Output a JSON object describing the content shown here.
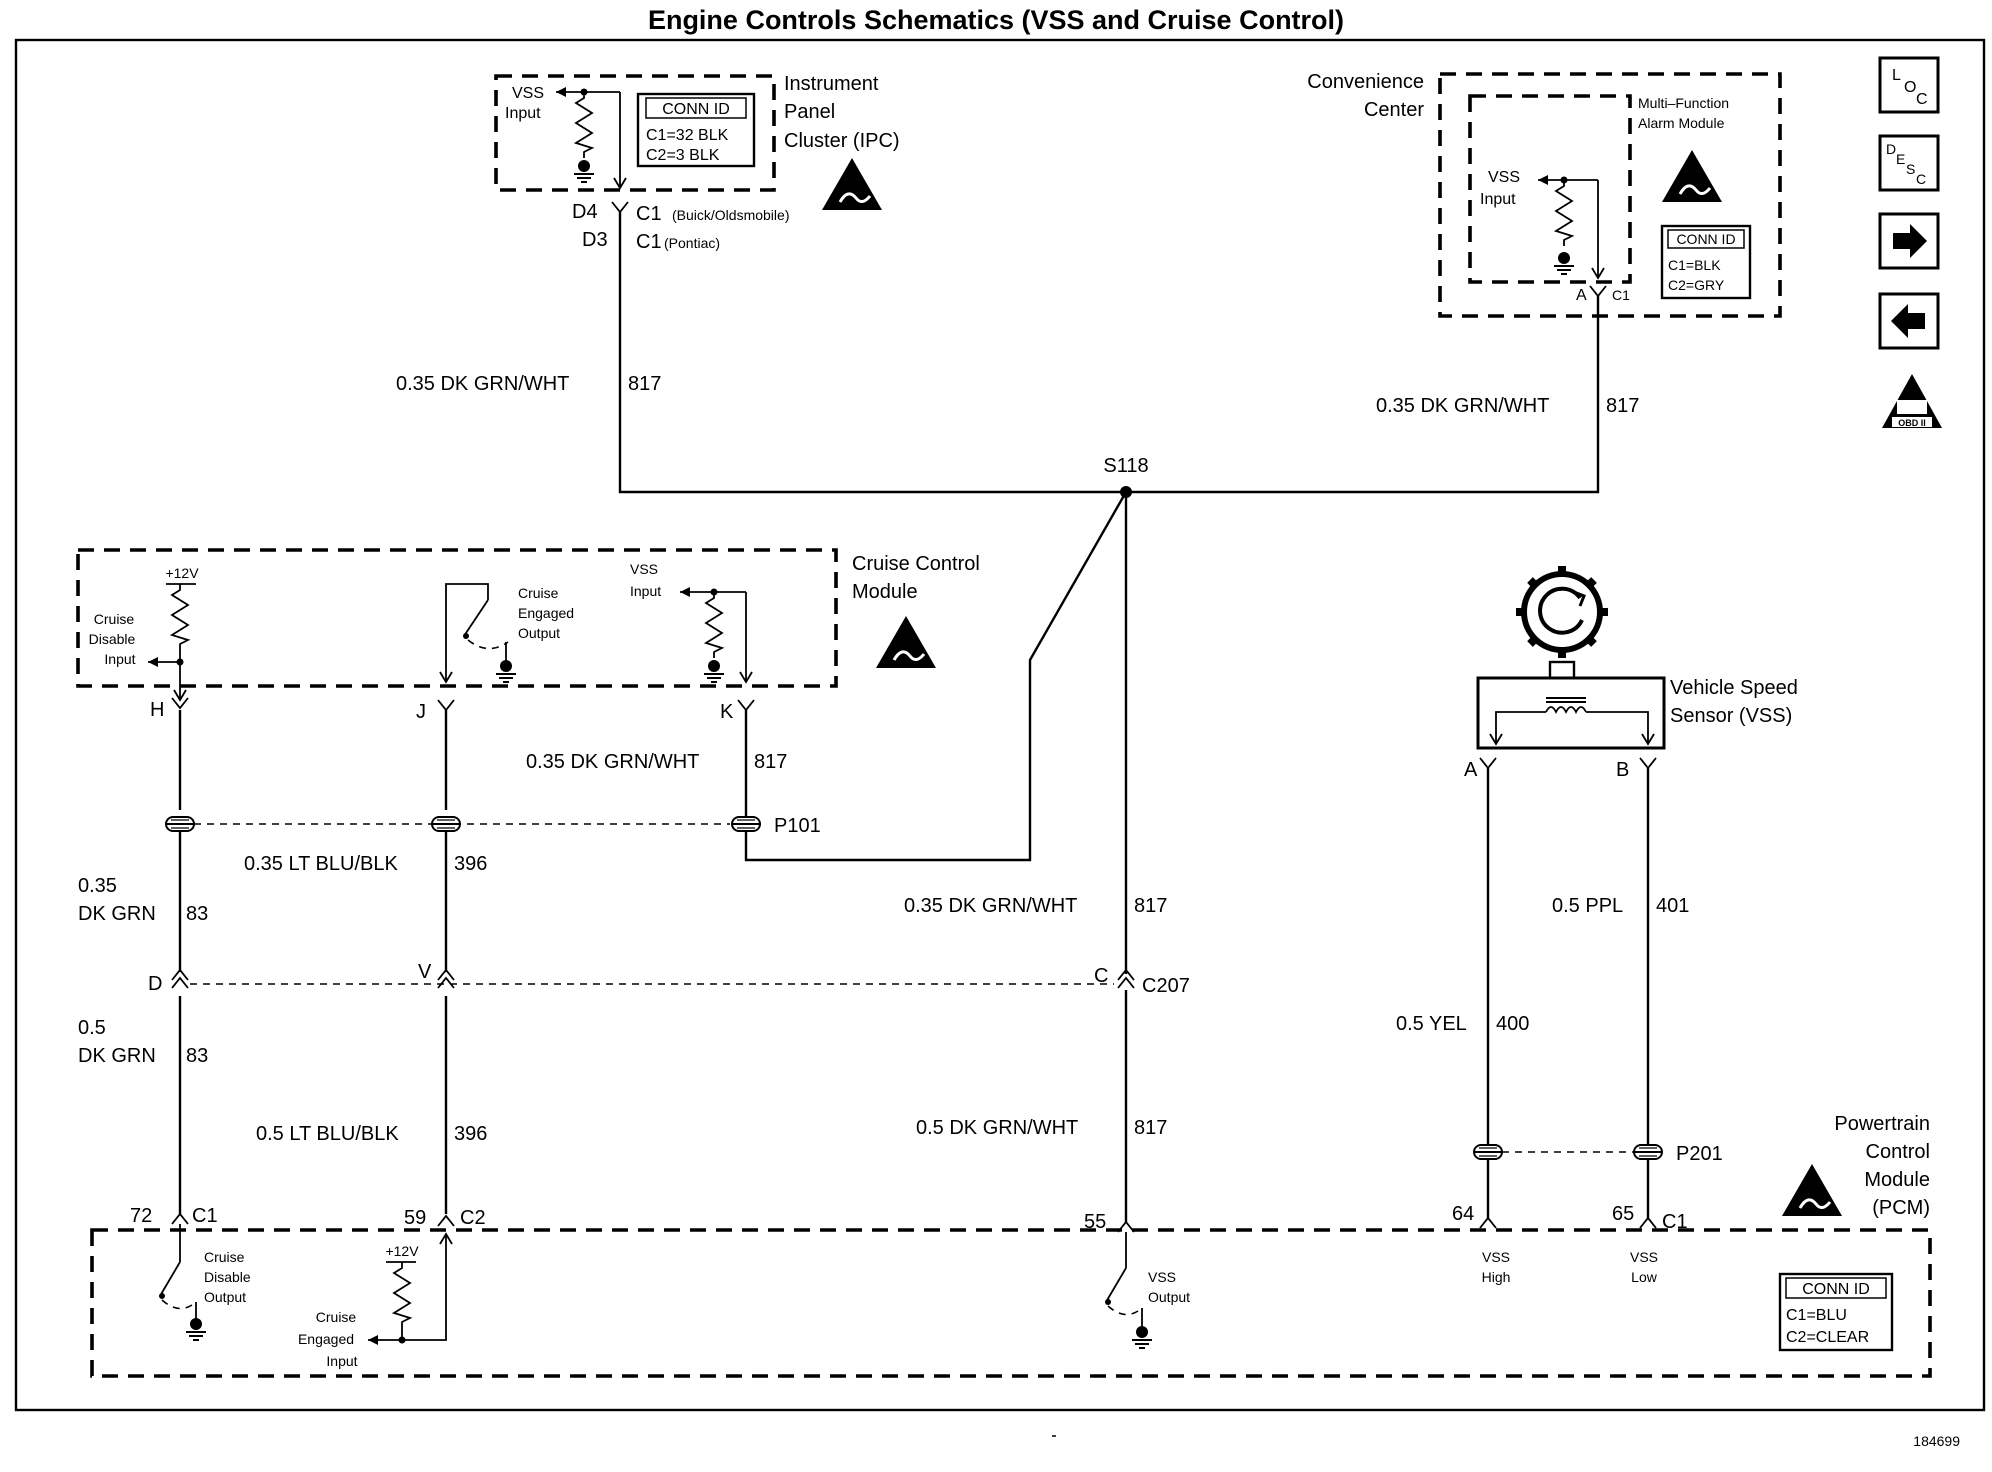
{
  "title": "Engine Controls Schematics (VSS and Cruise Control)",
  "figure_id": "184699",
  "nav": {
    "loc": "LOC",
    "desc": "DESC",
    "obd": "OBD II"
  },
  "ipc": {
    "name_lines": [
      "Instrument",
      "Panel",
      "Cluster (IPC)"
    ],
    "input_lines": [
      "VSS",
      "Input"
    ],
    "conn_header": "CONN ID",
    "conn_lines": [
      "C1=32 BLK",
      "C2=3 BLK"
    ],
    "pin_d4": "D4",
    "pin_d3": "D3",
    "c1": "C1",
    "buick": "(Buick/Oldsmobile)",
    "pontiac": "(Pontiac)"
  },
  "convenience": {
    "name_lines": [
      "Convenience",
      "Center"
    ],
    "module_lines": [
      "Multi–Function",
      "Alarm Module"
    ],
    "input_lines": [
      "VSS",
      "Input"
    ],
    "conn_header": "CONN ID",
    "conn_lines": [
      "C1=BLK",
      "C2=GRY"
    ],
    "pin_a": "A",
    "c1": "C1"
  },
  "wires": {
    "w_ipc": {
      "spec": "0.35 DK GRN/WHT",
      "circuit": "817"
    },
    "w_conv": {
      "spec": "0.35 DK GRN/WHT",
      "circuit": "817"
    },
    "w_ccm": {
      "spec": "0.35 DK GRN/WHT",
      "circuit": "817"
    },
    "w_396a": {
      "spec": "0.35 LT BLU/BLK",
      "circuit": "396"
    },
    "w_83a": {
      "spec_lines": [
        "0.35",
        "DK GRN"
      ],
      "circuit": "83"
    },
    "w_83b": {
      "spec_lines": [
        "0.5",
        "DK GRN"
      ],
      "circuit": "83"
    },
    "w_396b": {
      "spec": "0.5 LT BLU/BLK",
      "circuit": "396"
    },
    "w_817c": {
      "spec": "0.35 DK GRN/WHT",
      "circuit": "817"
    },
    "w_817d": {
      "spec": "0.5 DK GRN/WHT",
      "circuit": "817"
    },
    "w_400": {
      "spec": "0.5 YEL",
      "circuit": "400"
    },
    "w_401": {
      "spec": "0.5 PPL",
      "circuit": "401"
    }
  },
  "splice": "S118",
  "ccm": {
    "name_lines": [
      "Cruise Control",
      "Module"
    ],
    "p12v": "+12V",
    "disable_lines": [
      "Cruise",
      "Disable",
      "Input"
    ],
    "engaged_lines": [
      "Cruise",
      "Engaged",
      "Output"
    ],
    "vss_lines": [
      "VSS",
      "Input"
    ],
    "pin_h": "H",
    "pin_j": "J",
    "pin_k": "K"
  },
  "p101": "P101",
  "c207": {
    "label": "C207",
    "pin_d": "D",
    "pin_v": "V",
    "pin_c": "C"
  },
  "vss_sensor": {
    "name_lines": [
      "Vehicle Speed",
      "Sensor (VSS)"
    ],
    "pin_a": "A",
    "pin_b": "B"
  },
  "p201": "P201",
  "pcm": {
    "name_lines": [
      "Powertrain",
      "Control",
      "Module",
      "(PCM)"
    ],
    "pin72": "72",
    "c1a": "C1",
    "pin59": "59",
    "c2": "C2",
    "pin55": "55",
    "pin64": "64",
    "pin65": "65",
    "c1b": "C1",
    "disable_lines": [
      "Cruise",
      "Disable",
      "Output"
    ],
    "p12v": "+12V",
    "engaged_lines": [
      "Cruise",
      "Engaged",
      "Input"
    ],
    "vss_out_lines": [
      "VSS",
      "Output"
    ],
    "vss_high_lines": [
      "VSS",
      "High"
    ],
    "vss_low_lines": [
      "VSS",
      "Low"
    ],
    "conn_header": "CONN ID",
    "conn_lines": [
      "C1=BLU",
      "C2=CLEAR"
    ]
  }
}
